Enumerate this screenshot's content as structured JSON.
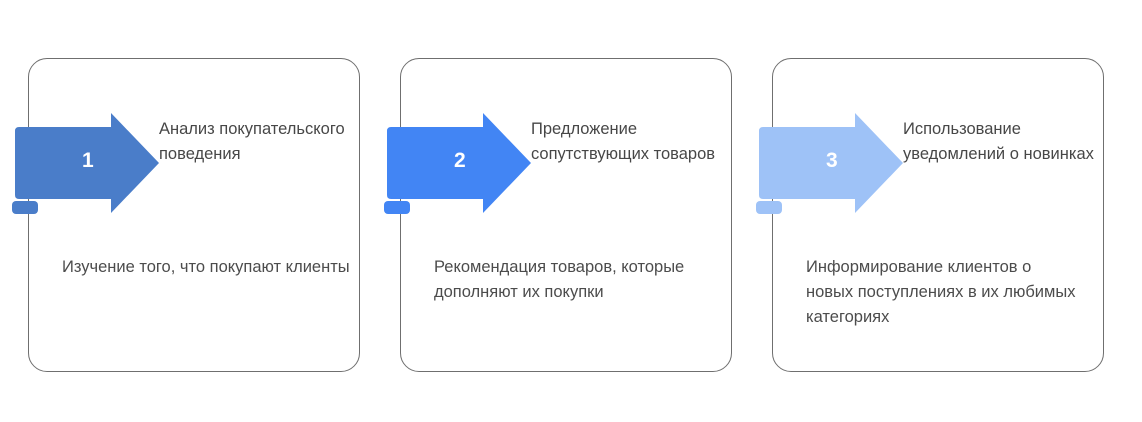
{
  "diagram": {
    "type": "process-steps",
    "orientation": "horizontal",
    "background": "#ffffff",
    "step_count": 3,
    "steps": [
      {
        "number": "1",
        "title": "Анализ покупательского поведения",
        "body": "Изучение того, что покупают клиенты",
        "arrow_color": "#4a7dc9",
        "arrow_icon": "right-arrow-icon"
      },
      {
        "number": "2",
        "title": "Предложение сопутствующих товаров",
        "body": "Рекомендация товаров, которые дополняют их покупки",
        "arrow_color": "#4285f4",
        "arrow_icon": "right-arrow-icon"
      },
      {
        "number": "3",
        "title": "Использование уведомлений о новинках",
        "body": "Информирование клиентов о новых поступлениях в их любимых категориях",
        "arrow_color": "#9ec2f7",
        "arrow_icon": "right-arrow-icon"
      }
    ],
    "card_border_color": "#6f6f6f",
    "title_text_color": "#474747",
    "body_text_color": "#4c4c4c",
    "number_text_color": "#ffffff"
  }
}
